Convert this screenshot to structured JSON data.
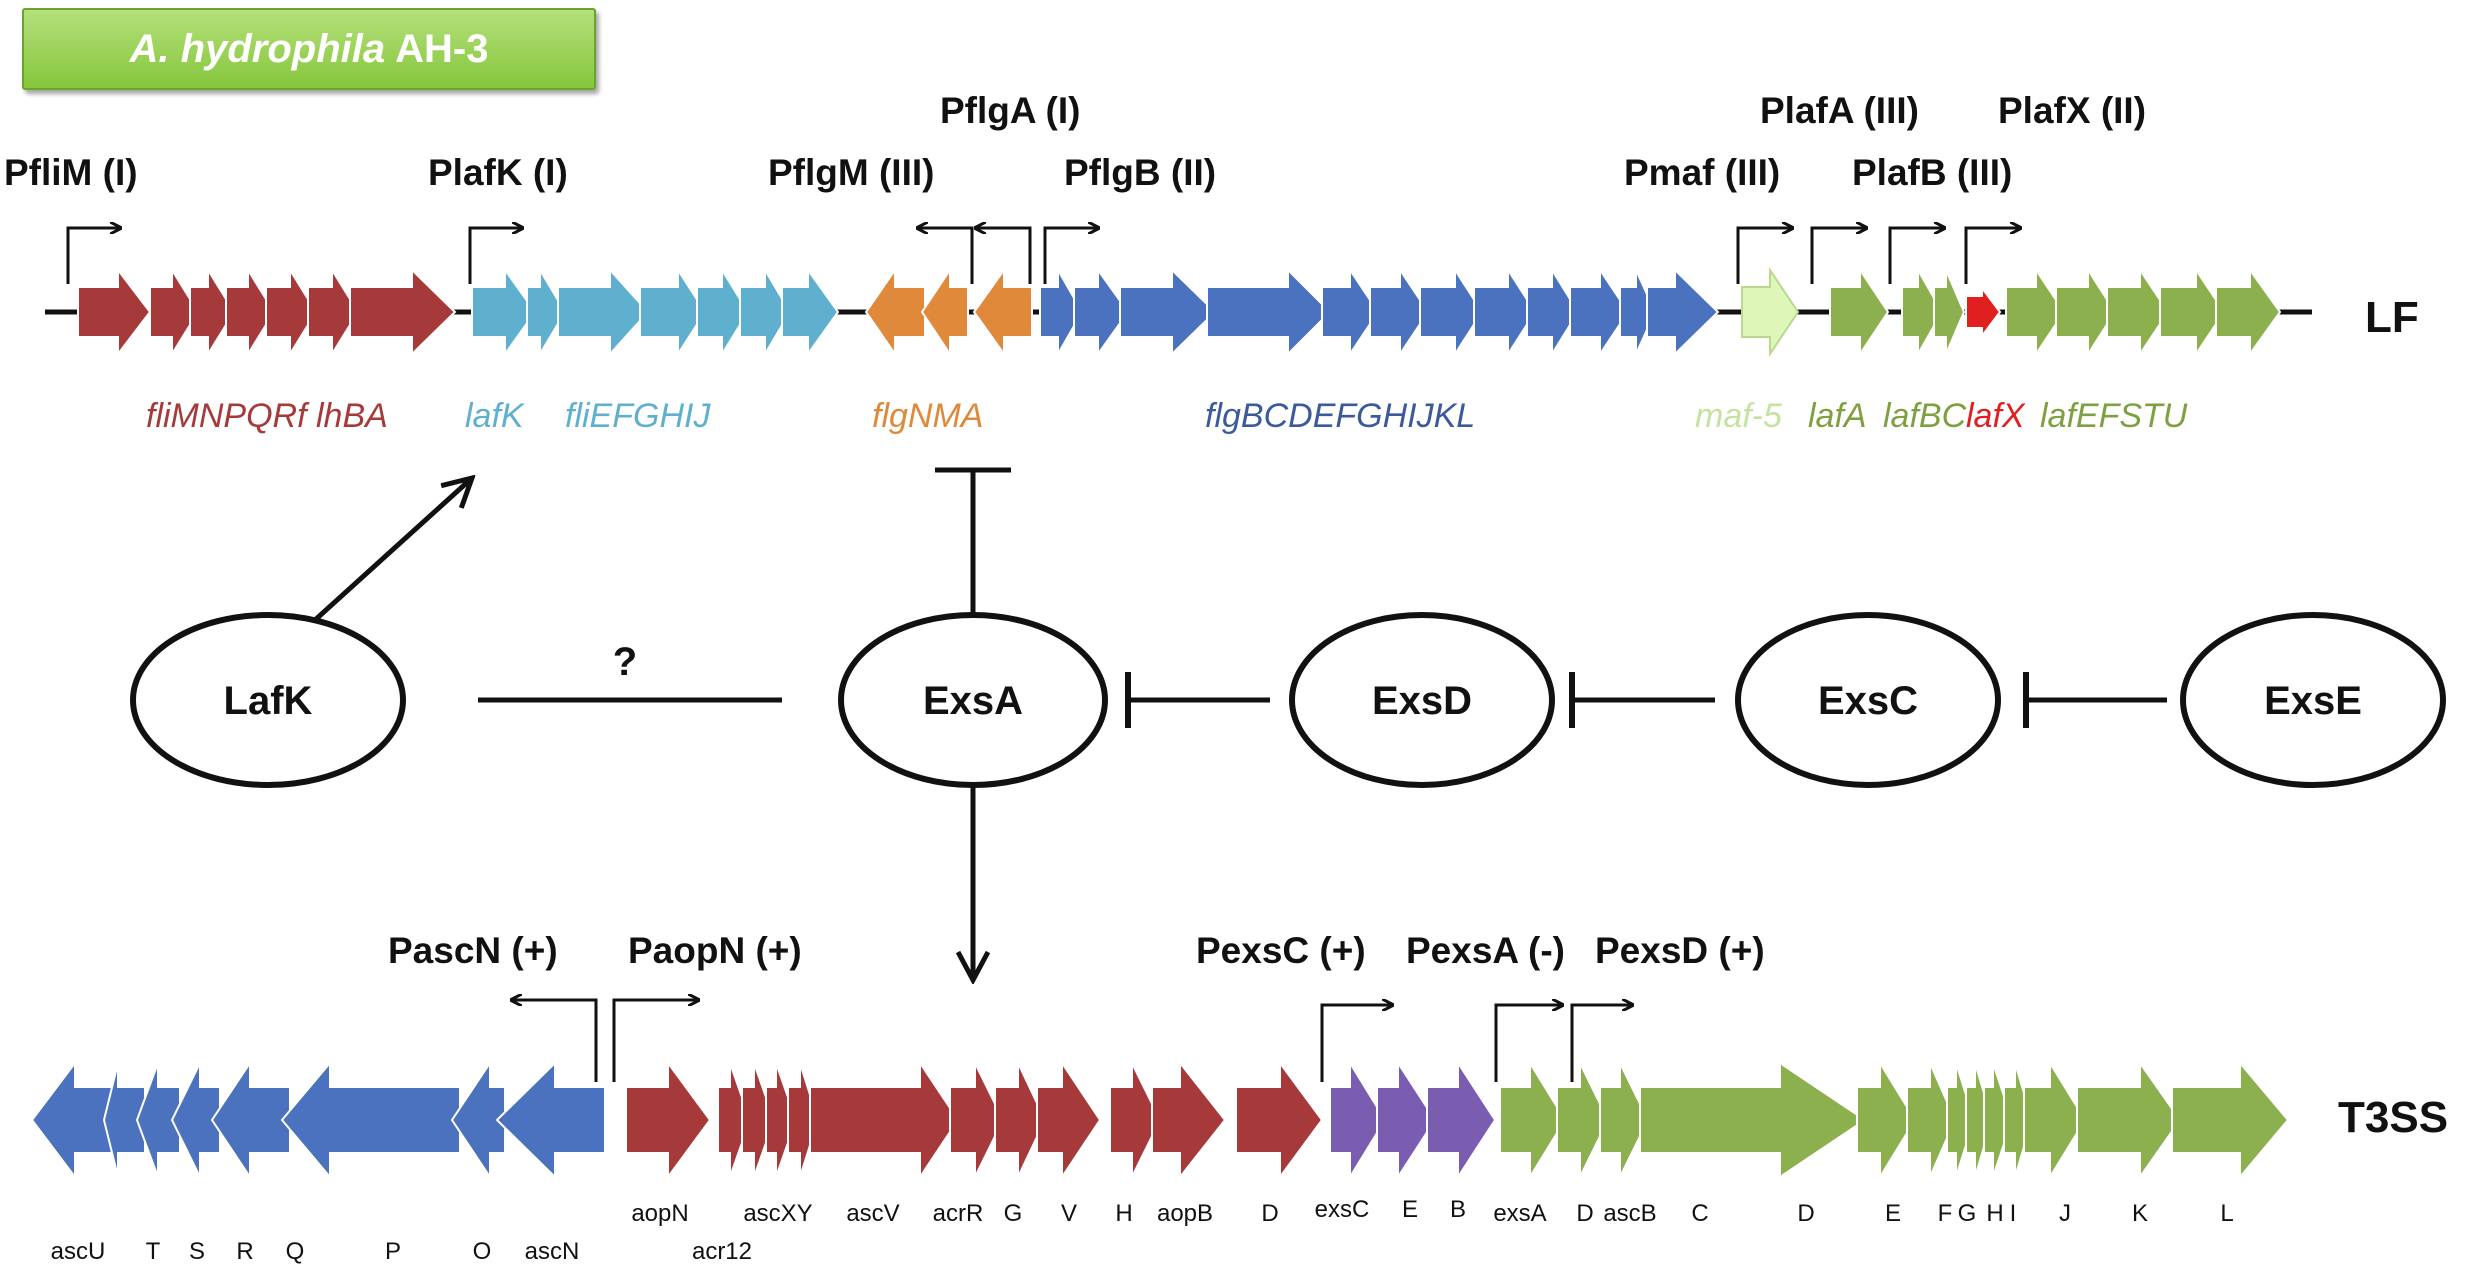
{
  "title": {
    "italic": "A. hydrophila",
    "plain": "AH-3"
  },
  "lf": {
    "label": "LF",
    "promoters": [
      "PfliM (I)",
      "PlafK (I)",
      "PflgA (I)",
      "PflgM (III)",
      "PflgB (II)",
      "Pmaf (III)",
      "PlafA (III)",
      "PlafX (II)",
      "PlafB (III)"
    ],
    "genes": [
      "fliMNPQRf lhBA",
      "lafK",
      "fliEFGHIJ",
      "flgNMA",
      "flgBCDEFGHIJKL",
      "maf-5",
      "lafA",
      "lafBC",
      "lafX",
      "lafEFSTU"
    ],
    "colors": {
      "red": "#a63a3a",
      "cyan": "#5fb0cf",
      "orange": "#e0893a",
      "blue": "#4a72be",
      "lightgreen": "#dcf7b8",
      "green": "#8db04e",
      "brightred": "#e02020"
    }
  },
  "nodes": {
    "lafk": "LafK",
    "exsa": "ExsA",
    "exsd": "ExsD",
    "exsc": "ExsC",
    "exse": "ExsE",
    "question": "?"
  },
  "t3ss": {
    "label": "T3SS",
    "promoters": [
      "PascN (+)",
      "PaopN (+)",
      "PexsC (+)",
      "PexsA (-)",
      "PexsD (+)"
    ],
    "genes": [
      "ascU",
      "T",
      "S",
      "R",
      "Q",
      "P",
      "O",
      "ascN",
      "aopN",
      "acr12",
      "ascXY",
      "ascV",
      "acrR",
      "G",
      "V",
      "H",
      "aopB",
      "D",
      "exsC",
      "E",
      "B",
      "exsA",
      "D",
      "ascB",
      "C",
      "D",
      "E",
      "F",
      "G",
      "H",
      "I",
      "J",
      "K",
      "L"
    ],
    "colors": {
      "blue": "#4a72be",
      "red": "#a63a3a",
      "purple": "#7a5cb0",
      "green": "#8db04e"
    }
  }
}
